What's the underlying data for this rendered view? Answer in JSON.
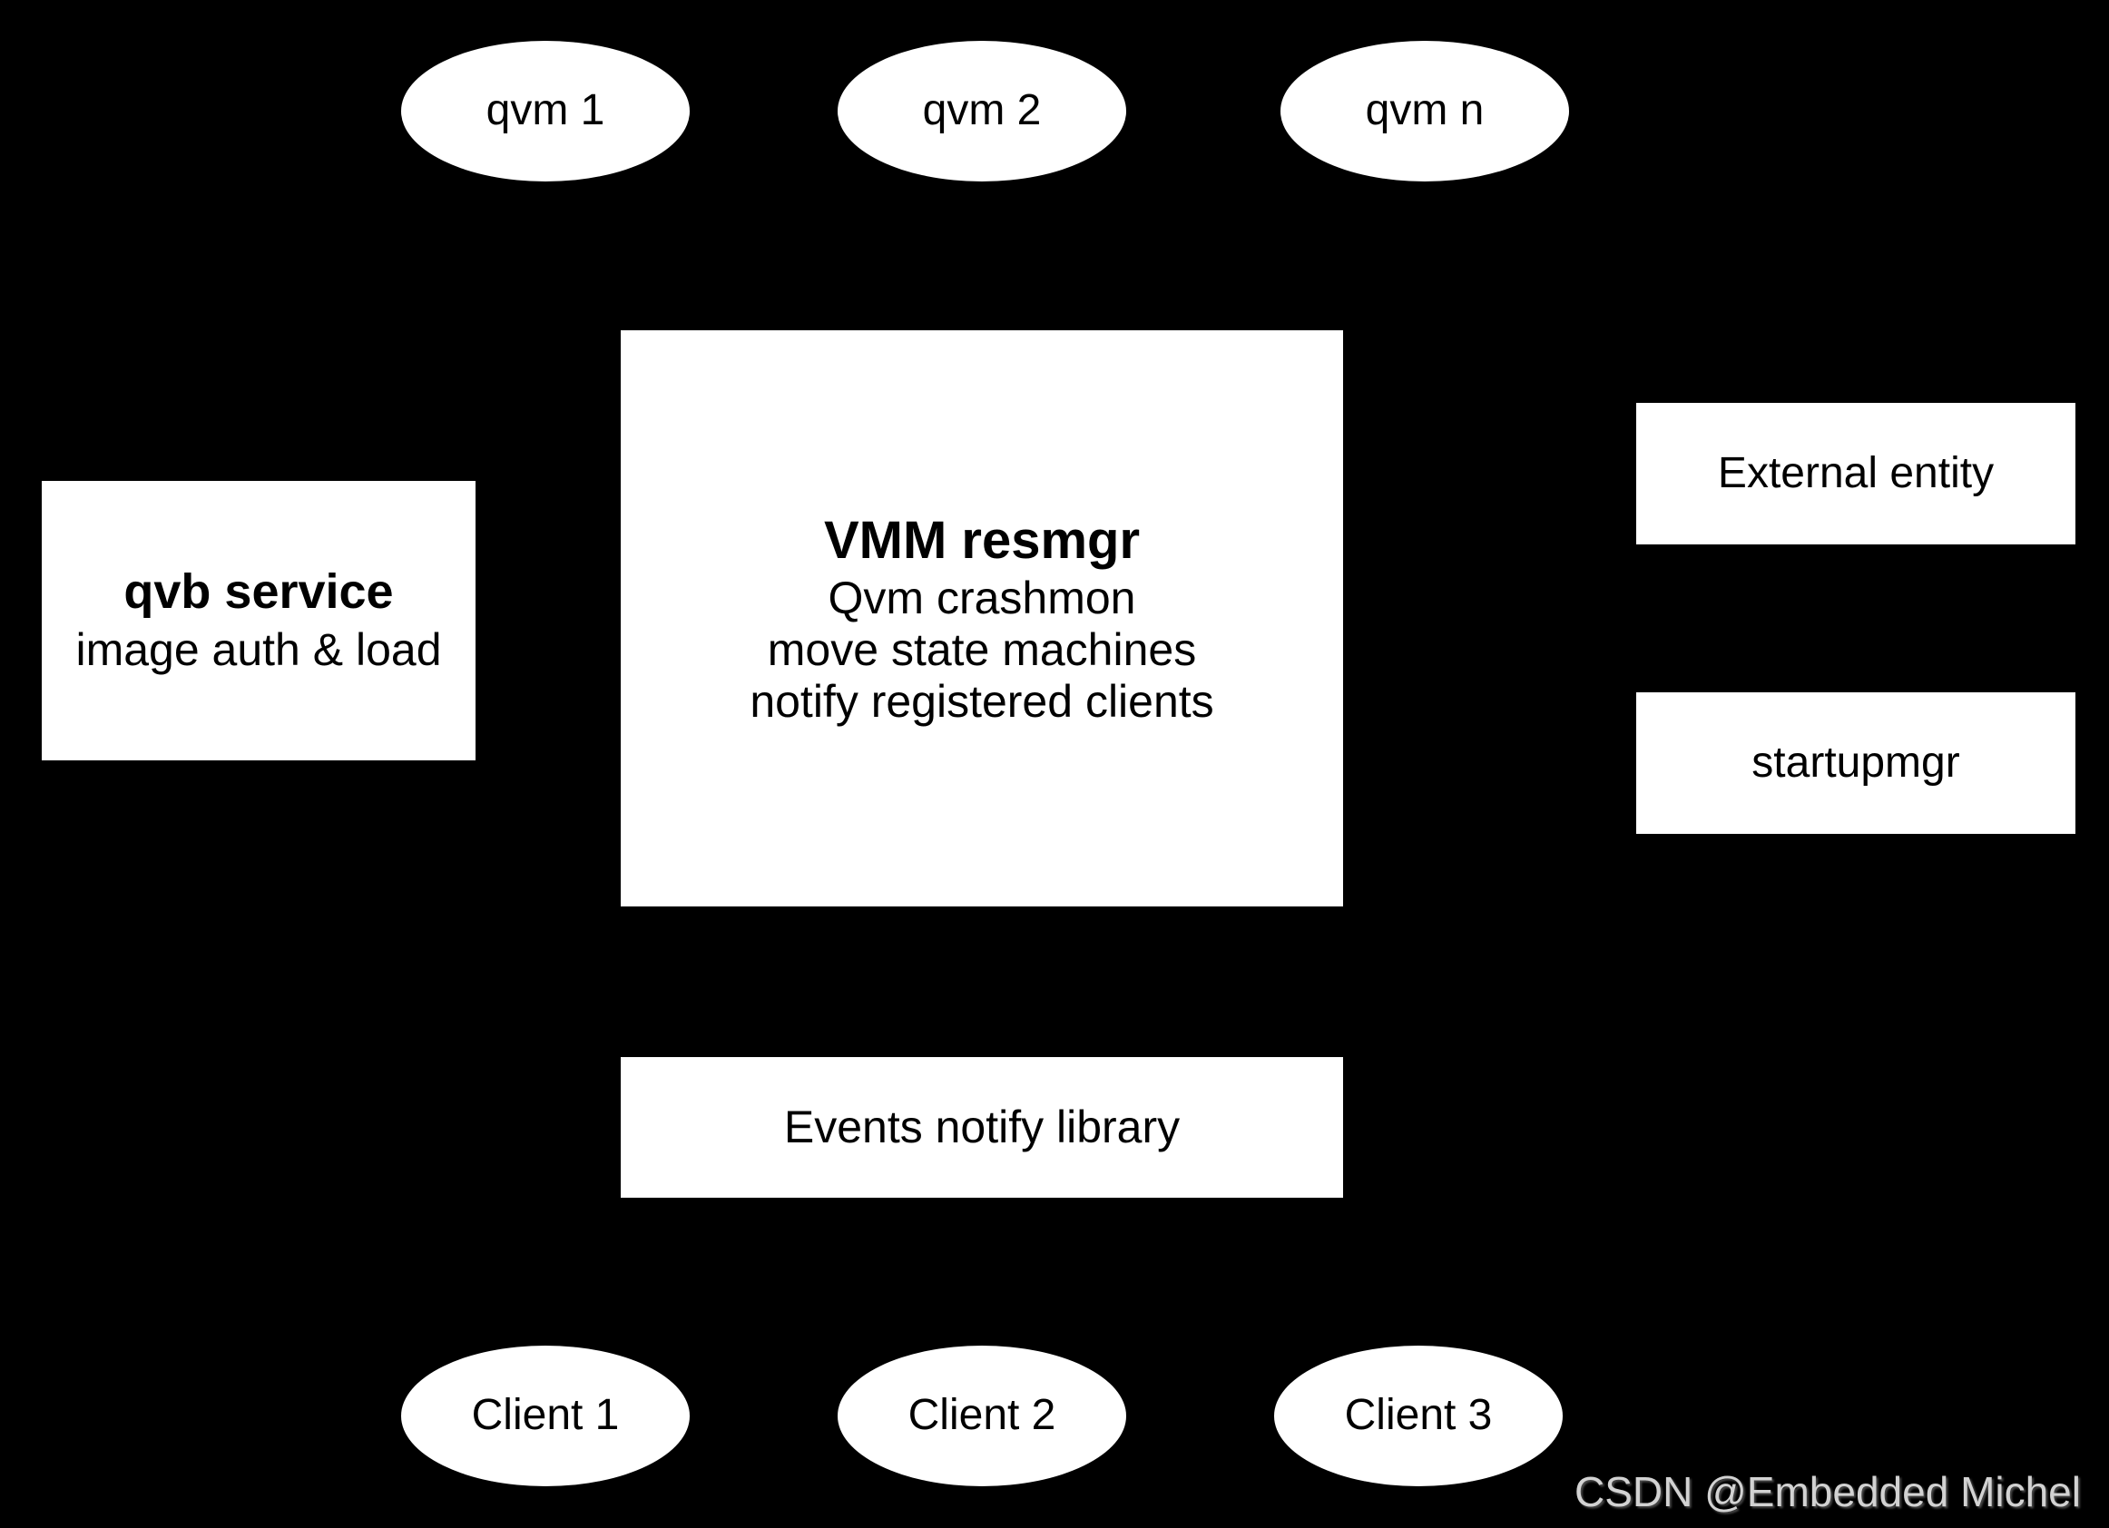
{
  "diagram": {
    "colors": {
      "background": "#000000",
      "node_fill": "#ffffff",
      "node_text": "#000000",
      "watermark_text": "#d2d2d2"
    },
    "qvm_ellipses": [
      {
        "label": "qvm 1"
      },
      {
        "label": "qvm 2"
      },
      {
        "label": "qvm n"
      }
    ],
    "client_ellipses": [
      {
        "label": "Client 1"
      },
      {
        "label": "Client 2"
      },
      {
        "label": "Client 3"
      }
    ],
    "qvb_service_box": {
      "title": "qvb service",
      "subtitle": "image auth & load"
    },
    "vmm_resmgr_box": {
      "title": "VMM resmgr",
      "lines": [
        "Qvm crashmon",
        "move state machines",
        "notify registered clients"
      ]
    },
    "external_entity_box": {
      "label": "External entity"
    },
    "startupmgr_box": {
      "label": "startupmgr"
    },
    "events_notify_box": {
      "label": "Events notify library"
    },
    "watermark": {
      "text": "CSDN @Embedded Michel"
    }
  }
}
